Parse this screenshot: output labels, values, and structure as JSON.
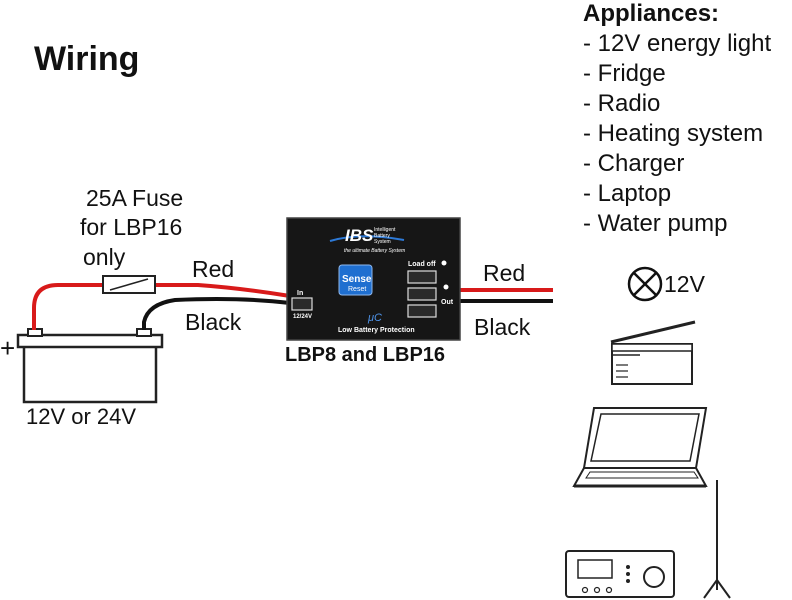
{
  "title": "Wiring",
  "appliances": {
    "heading": "Appliances:",
    "items": [
      "- 12V energy light",
      "- Fridge",
      "- Radio",
      "- Heating system",
      "- Charger",
      "- Laptop",
      "- Water pump"
    ]
  },
  "fuse": {
    "line1": "25A Fuse",
    "line2": "for LBP16",
    "line3": "only"
  },
  "wires": {
    "left_red": "Red",
    "left_black": "Black",
    "right_red": "Red",
    "right_black": "Black"
  },
  "battery": {
    "plus": "+",
    "label": "12V or 24V"
  },
  "device": {
    "brand": "IBS",
    "brand_sub1": "Intelligent",
    "brand_sub2": "Battery",
    "brand_sub3": "System",
    "tagline": "the ultimate Battery System",
    "sense": "Sense",
    "reset": "Reset",
    "load_off": "Load off",
    "out": "Out",
    "in": "In",
    "voltage": "12/24V",
    "mu": "μC",
    "protection": "Low Battery Protection"
  },
  "product_label": "LBP8 and LBP16",
  "lamp_label": "12V",
  "colors": {
    "red_wire": "#d81a1a",
    "device_body": "#161616",
    "sense_button": "#1f6fd0"
  }
}
